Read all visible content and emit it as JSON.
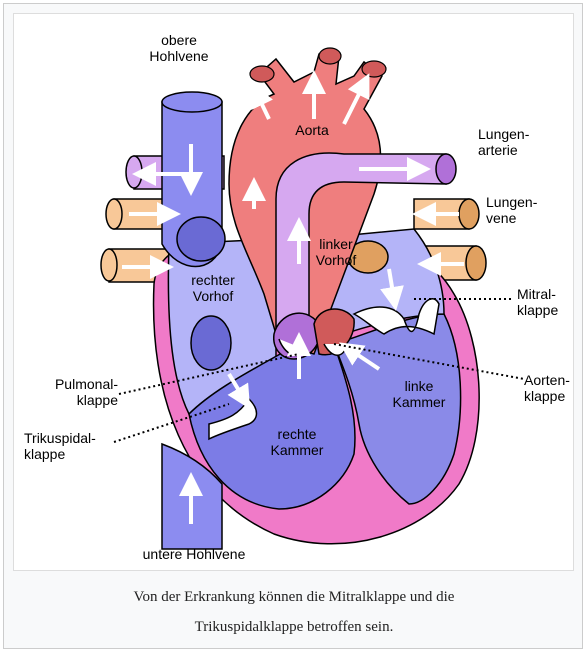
{
  "labels": {
    "obere_hohlvene": [
      "obere",
      "Hohlvene"
    ],
    "aorta": "Aorta",
    "lungenarterie": [
      "Lungen-",
      "arterie"
    ],
    "lungenvene": [
      "Lungen-",
      "vene"
    ],
    "linker_vorhof": [
      "linker",
      "Vorhof"
    ],
    "rechter_vorhof": [
      "rechter",
      "Vorhof"
    ],
    "mitralklappe": [
      "Mitral-",
      "klappe"
    ],
    "pulmonalklappe": [
      "Pulmonal-",
      "klappe"
    ],
    "aortenklappe": [
      "Aorten-",
      "klappe"
    ],
    "linke_kammer": [
      "linke",
      "Kammer"
    ],
    "rechte_kammer": [
      "rechte",
      "Kammer"
    ],
    "trikuspidalklappe": [
      "Trikuspidal-",
      "klappe"
    ],
    "untere_hohlvene": "untere Hohlvene"
  },
  "caption": [
    "Von der Erkrankung können die Mitralklappe und die",
    "Trikuspidalklappe betroffen sein."
  ],
  "colors": {
    "vein_blue": "#8c8cf0",
    "atrium_blue": "#b4b4f8",
    "ventricle_blue": "#7c7ce6",
    "aorta_red": "#ef7e7e",
    "pulmonary_violet": "#d6a8f0",
    "lung_vein_orange": "#f8c898",
    "wall_pink": "#f07ac8",
    "left_ventricle": "#8a8ae8"
  }
}
